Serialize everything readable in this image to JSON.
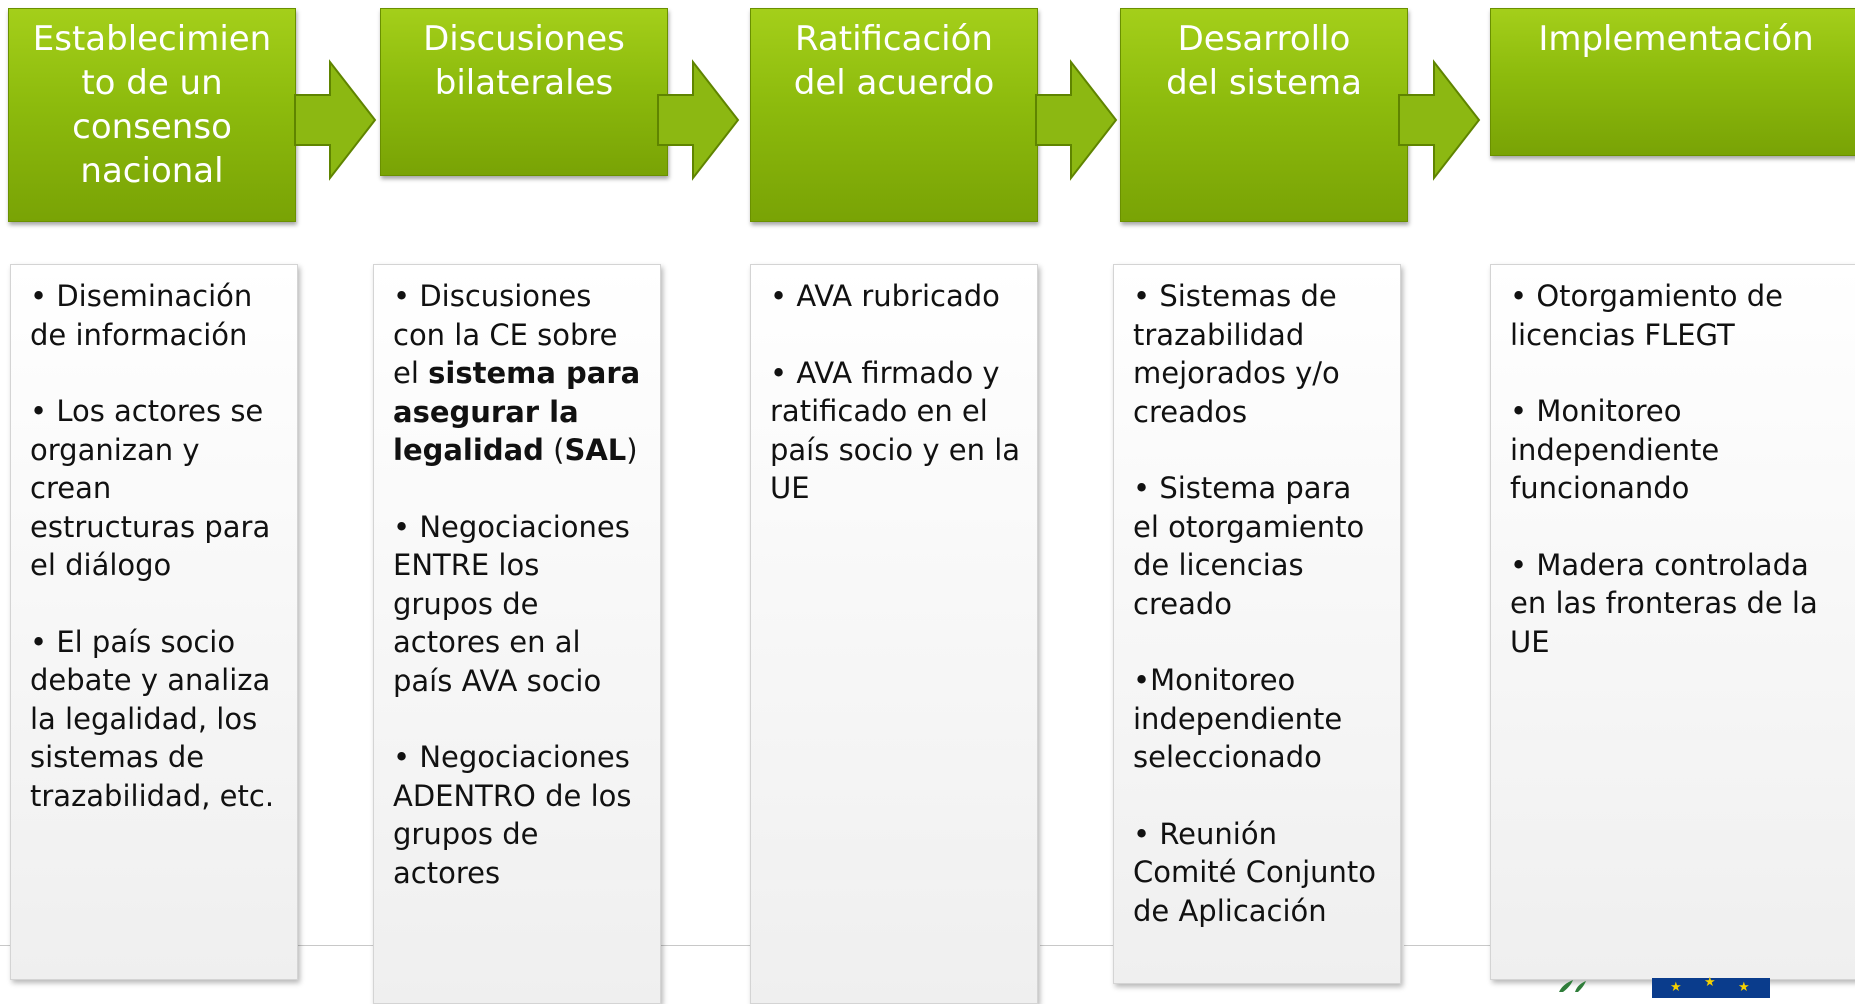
{
  "stages": [
    {
      "title": "Establecimien\nto de un\nconsenso\nnacional",
      "items": [
        [
          {
            "t": "• Diseminación de información"
          }
        ],
        [
          {
            "t": "• Los actores se organizan y crean estructuras para el diálogo"
          }
        ],
        [
          {
            "t": "• El país socio debate y analiza la legalidad, los sistemas de trazabilidad, etc."
          }
        ]
      ]
    },
    {
      "title": "Discusiones\nbilaterales",
      "items": [
        [
          {
            "t": "• Discusiones con la CE sobre el "
          },
          {
            "t": "sistema para asegurar la legalidad",
            "b": true
          },
          {
            "t": " ("
          },
          {
            "t": "SAL",
            "b": true
          },
          {
            "t": ")"
          }
        ],
        [
          {
            "t": "• Negociaciones ENTRE los grupos de actores en al país AVA socio"
          }
        ],
        [
          {
            "t": "• Negociaciones ADENTRO de los grupos de actores"
          }
        ]
      ]
    },
    {
      "title": "Ratificación\ndel acuerdo",
      "items": [
        [
          {
            "t": "• AVA rubricado"
          }
        ],
        [
          {
            "t": "• AVA firmado y ratificado en el país socio y en la UE"
          }
        ]
      ]
    },
    {
      "title": "Desarrollo\ndel sistema",
      "items": [
        [
          {
            "t": "• Sistemas de trazabilidad mejorados y/o creados"
          }
        ],
        [
          {
            "t": "• Sistema para el otorgamiento de licencias creado"
          }
        ],
        [
          {
            "t": "•Monitoreo independiente seleccionado"
          }
        ],
        [
          {
            "t": "• Reunión Comité Conjunto de Aplicación"
          }
        ]
      ]
    },
    {
      "title": "Implementación",
      "items": [
        [
          {
            "t": "• Otorgamiento de licencias FLEGT"
          }
        ],
        [
          {
            "t": "• Monitoreo independiente funcionando"
          }
        ],
        [
          {
            "t": "• Madera controlada en las fronteras de la UE"
          }
        ]
      ]
    }
  ],
  "colors": {
    "stage_fill": "#8dbb0d",
    "arrow_fill": "#8cb812",
    "text": "#111111"
  },
  "icons": [
    "chevron-arrow-icon",
    "leaf-logo-icon",
    "eu-flag-icon"
  ]
}
